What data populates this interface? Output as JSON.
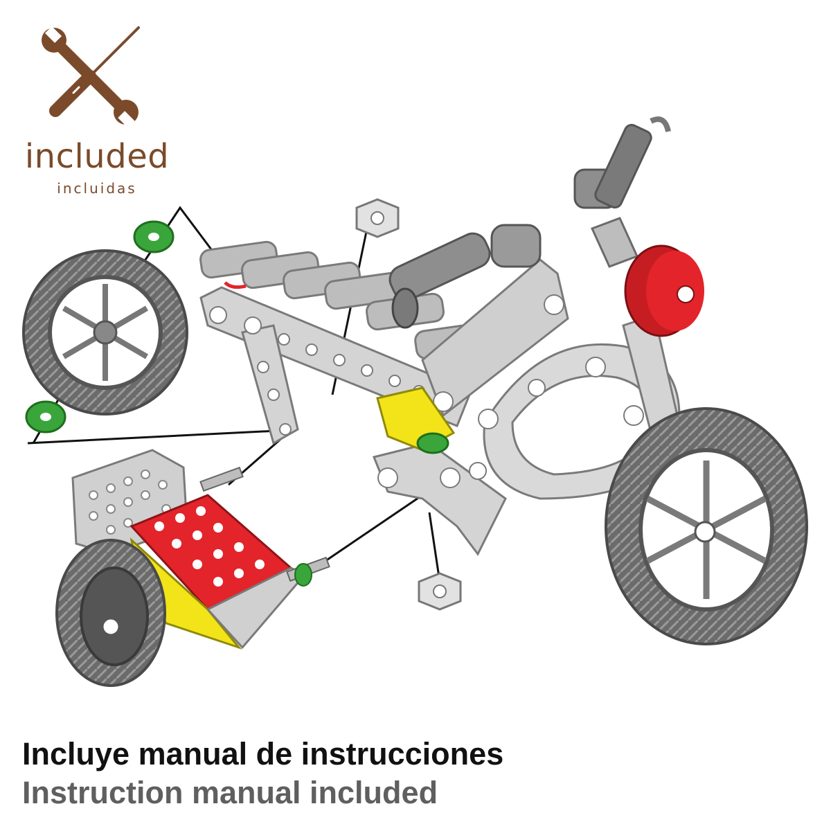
{
  "badge": {
    "title": "included",
    "subtitle": "incluidas",
    "icon": "wrench-screwdriver-icon",
    "color": "#7a4a2a"
  },
  "illustration": {
    "subject": "toy-construction-motorcycle",
    "palette": {
      "metal": "#c9c9c9",
      "metal_edge": "#8a8a8a",
      "tire": "#6b6b6b",
      "red": "#e3242b",
      "yellow": "#f2e418",
      "green": "#3aa53a"
    }
  },
  "captions": {
    "spanish": "Incluye manual de instrucciones",
    "english": "Instruction manual included"
  }
}
